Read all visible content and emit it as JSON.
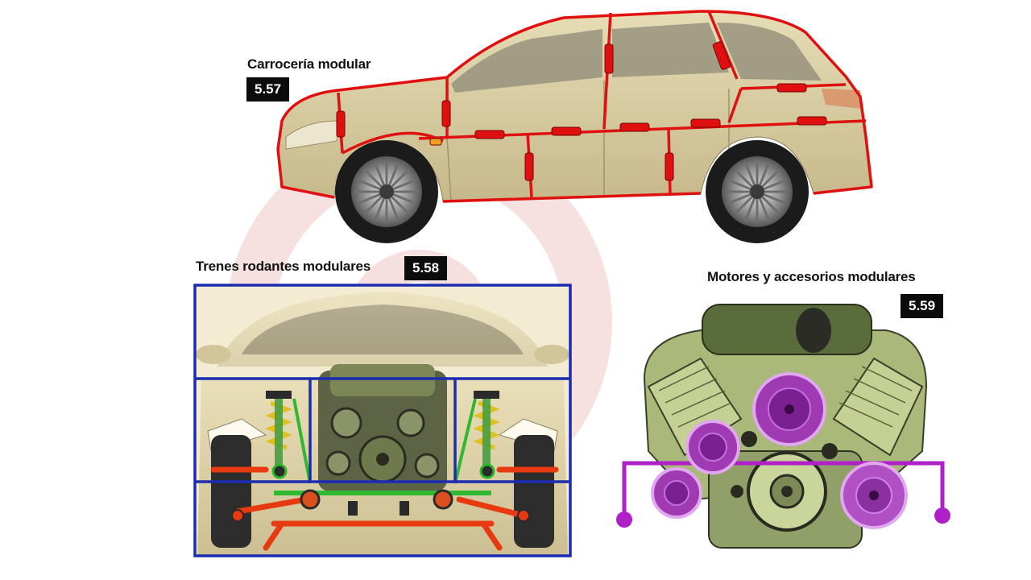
{
  "sections": {
    "body": {
      "title": "Carrocería modular",
      "badge": "5.57"
    },
    "running_gear": {
      "title": "Trenes rodantes modulares",
      "badge": "5.58"
    },
    "engines": {
      "title": "Motores y accesorios modulares",
      "badge": "5.59"
    }
  },
  "colors": {
    "module_outline_body": "#e01010",
    "module_outline_running_gear": "#1a2db0",
    "accessory_highlight": "#b020c8",
    "car_paint": "#d9cfa3",
    "engine_green": "#b9c98a",
    "background": "#ffffff"
  }
}
